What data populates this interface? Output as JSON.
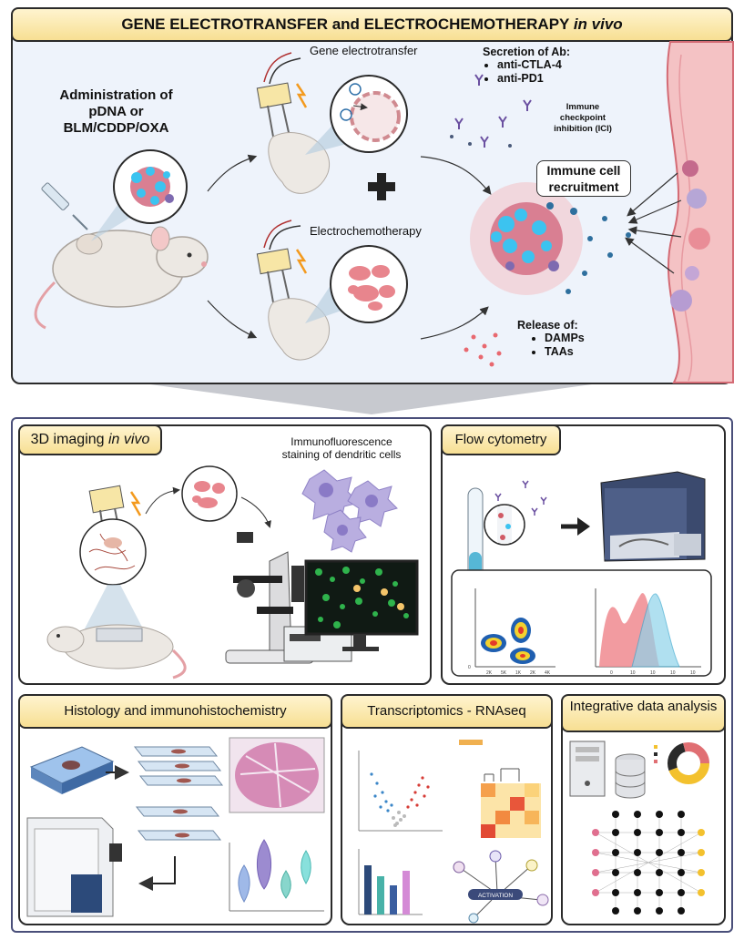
{
  "top": {
    "title_main": "GENE ELECTROTRANSFER and ELECTROCHEMOTHERAPY ",
    "title_italic": "in vivo",
    "administration": "Administration of pDNA or BLM/CDDP/OXA",
    "gene_electrotransfer": "Gene electrotransfer",
    "electrochemotherapy": "Electrochemotherapy",
    "secretion_heading": "Secretion of Ab:",
    "secretion_items": [
      "anti-CTLA-4",
      "anti-PD1"
    ],
    "immune_checkpoint": "Immune checkpoint inhibition (ICI)",
    "immune_recruitment": "Immune cell recruitment",
    "release_heading": "Release of:",
    "release_items": [
      "DAMPs",
      "TAAs"
    ]
  },
  "imaging": {
    "title_main": "3D imaging ",
    "title_italic": "in vivo",
    "staining": "Immunofluorescence staining of dendritic cells"
  },
  "flow": {
    "title": "Flow cytometry",
    "scatter_ticks": [
      "0",
      "2K",
      "5K",
      "1K",
      "2K",
      "4K"
    ],
    "hist_ticks": [
      "0",
      "10",
      "10",
      "10",
      "10"
    ]
  },
  "histology": {
    "title": "Histology and immunohistochemistry"
  },
  "rnaseq": {
    "title": "Transcriptomics - RNAseq",
    "network_label": "ACTIVATION"
  },
  "integrative": {
    "title": "Integrative data analysis"
  },
  "colors": {
    "panel_fill": "#eef3fb",
    "title_banner": "#f7df93",
    "tumor": "#e9848a",
    "cell_blue": "#3cc3f0",
    "dendritic": "#b9aee0",
    "blood_vessel": "#f4c2c4"
  }
}
